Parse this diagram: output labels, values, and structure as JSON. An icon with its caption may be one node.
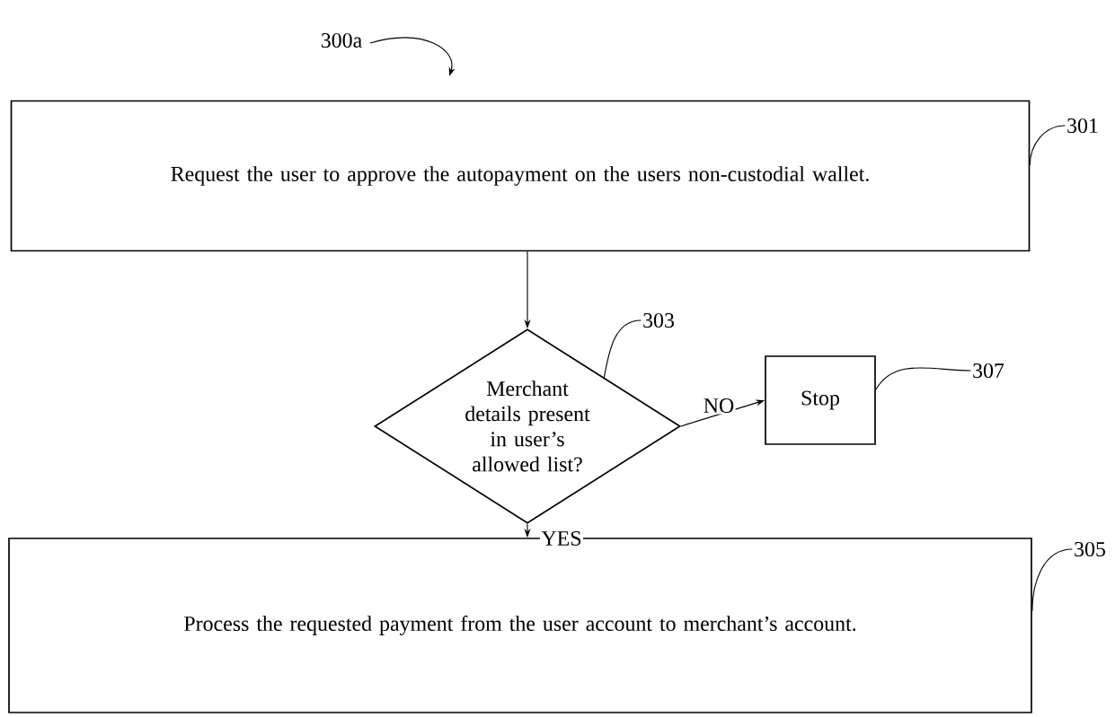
{
  "diagram": {
    "nodes": [
      {
        "text": [
          "Request the user to approve the autopayment on the users non-custodial wallet."
        ]
      },
      {
        "text": [
          "Merchant details present in user’s allowed list?"
        ]
      },
      {
        "text": [
          "Stop"
        ]
      },
      {
        "text": [
          "Process the requested payment from the user account to merchant’s account."
        ]
      },
      {
        "text": [
          "301"
        ]
      },
      {
        "text": [
          "303"
        ]
      },
      {
        "text": [
          "307"
        ]
      },
      {
        "text": [
          "305"
        ]
      }
    ],
    "edges": [
      {
        "from": 0,
        "to": 1,
        "arrow": "to"
      },
      {
        "from": 1,
        "to": 2,
        "arrow": "to",
        "label": "NO"
      },
      {
        "from": 1,
        "to": 3,
        "arrow": "to",
        "label": "YES"
      },
      {
        "from": 4,
        "to": 0,
        "arrow": "none"
      },
      {
        "from": 5,
        "to": 1,
        "arrow": "none"
      },
      {
        "from": 6,
        "to": 2,
        "arrow": "none"
      },
      {
        "from": 7,
        "to": 3,
        "arrow": "none"
      }
    ],
    "labels": [
      "300a"
    ]
  }
}
